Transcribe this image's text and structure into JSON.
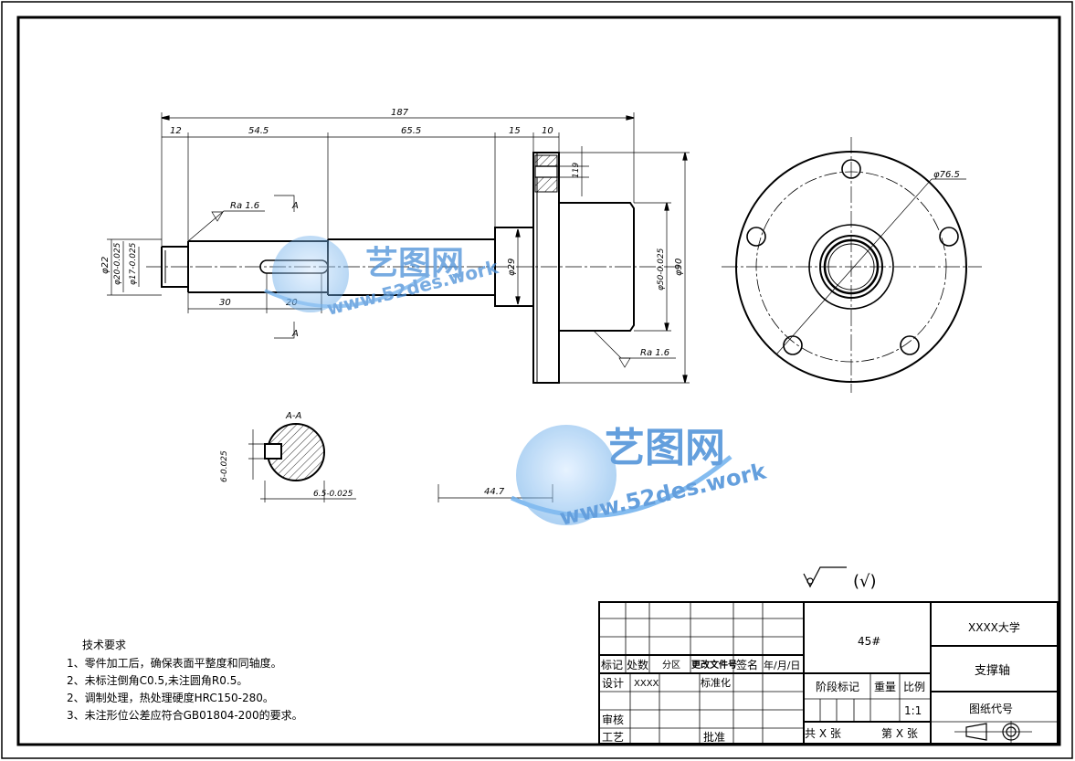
{
  "dims": {
    "total": "187",
    "d12": "12",
    "d54_5": "54.5",
    "d65_5": "65.5",
    "d15": "15",
    "d10": "10",
    "d119": "119",
    "d30": "30",
    "d20": "20",
    "d44_7": "44.7",
    "phi22": "φ22",
    "phi20": "φ20-0.025",
    "phi17": "φ17-0.025",
    "phi29": "φ29",
    "phi50": "φ50-0.025",
    "phi90": "φ90",
    "phi76_5": "φ76.5",
    "keyw": "6-0.025",
    "keyd": "6.5-0.025",
    "ra1": "Ra 1.6",
    "ra2": "Ra 1.6",
    "sec_a1": "A",
    "sec_a2": "A",
    "section_title": "A-A",
    "roughness_note": "(√)"
  },
  "watermark": {
    "brand": "艺图网",
    "url": "www.52des.work"
  },
  "notes": {
    "title": "技术要求",
    "items": [
      "1、零件加工后，确保表面平整度和同轴度。",
      "2、未标注倒角C0.5,未注圆角R0.5。",
      "2、调制处理，热处理硬度HRC150-280。",
      "3、未注形位公差应符合GB01804-200的要求。"
    ]
  },
  "title_block": {
    "material": "45#",
    "school": "XXXX大学",
    "part_name": "支撑轴",
    "drawing_code": "图纸代号",
    "stage_mark": "阶段标记",
    "weight": "重量",
    "scale_label": "比例",
    "scale": "1:1",
    "total_sheets": "共 X 张",
    "sheet_no": "第 X 张",
    "h_mark": "标记",
    "h_count": "处数",
    "h_zone": "分区",
    "h_doc": "更改文件号",
    "h_sign": "签名",
    "h_date": "年/月/日",
    "design": "设计",
    "designer": "XXXX",
    "standard": "标准化",
    "review": "审核",
    "process": "工艺",
    "approve": "批准"
  }
}
